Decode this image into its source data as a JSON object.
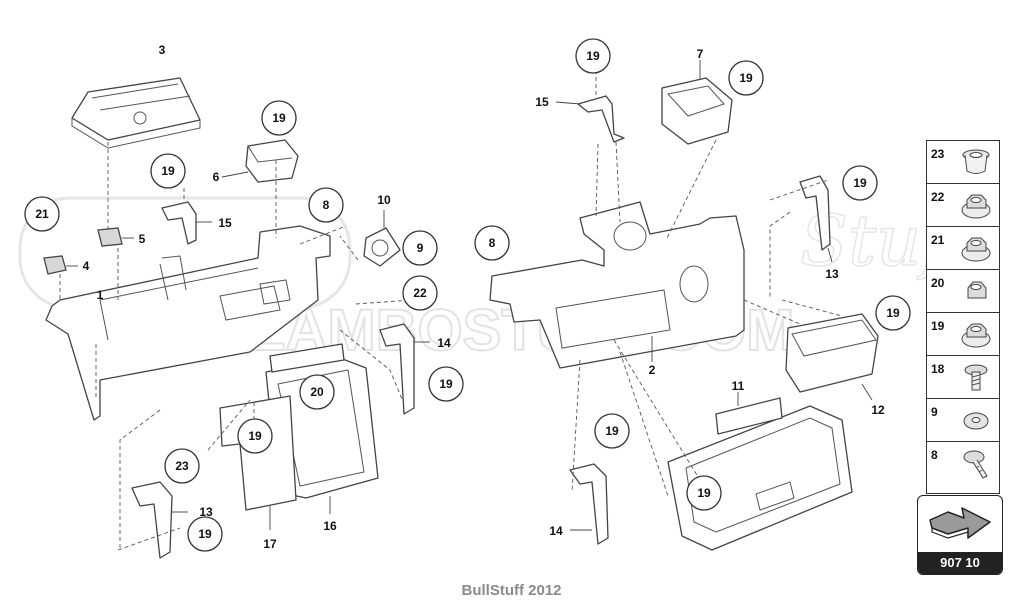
{
  "callouts": {
    "c21": "21",
    "c19a": "19",
    "c19b": "19",
    "c8a": "8",
    "c9": "9",
    "c22": "22",
    "c20": "20",
    "c19c": "19",
    "c23": "23",
    "c19d": "19",
    "c19e": "19",
    "c19f": "19",
    "c8b": "8",
    "c19g": "19",
    "c19h": "19",
    "c19i": "19",
    "c19j": "19",
    "c19k": "19"
  },
  "labels": {
    "l3": "3",
    "l6": "6",
    "l5": "5",
    "l15a": "15",
    "l4": "4",
    "l1": "1",
    "l10": "10",
    "l14a": "14",
    "l13a": "13",
    "l17": "17",
    "l16": "16",
    "l7": "7",
    "l15b": "15",
    "l13b": "13",
    "l2": "2",
    "l12": "12",
    "l11": "11",
    "l14b": "14"
  },
  "watermark": {
    "line1": "LAMBOSTUFF.COM",
    "line2": "Stuff"
  },
  "side_panel": {
    "items": [
      {
        "number": "23",
        "icon": "grommet-icon"
      },
      {
        "number": "22",
        "icon": "flange-nut-icon"
      },
      {
        "number": "21",
        "icon": "flange-nut-icon"
      },
      {
        "number": "20",
        "icon": "hex-nut-icon"
      },
      {
        "number": "19",
        "icon": "flange-nut-icon"
      },
      {
        "number": "18",
        "icon": "screw-icon"
      },
      {
        "number": "9",
        "icon": "washer-icon"
      },
      {
        "number": "8",
        "icon": "bolt-icon"
      }
    ]
  },
  "nav": {
    "label": "907 10",
    "icon": "next-page-arrow-icon"
  },
  "footer": {
    "caption": "BullStuff 2012"
  }
}
